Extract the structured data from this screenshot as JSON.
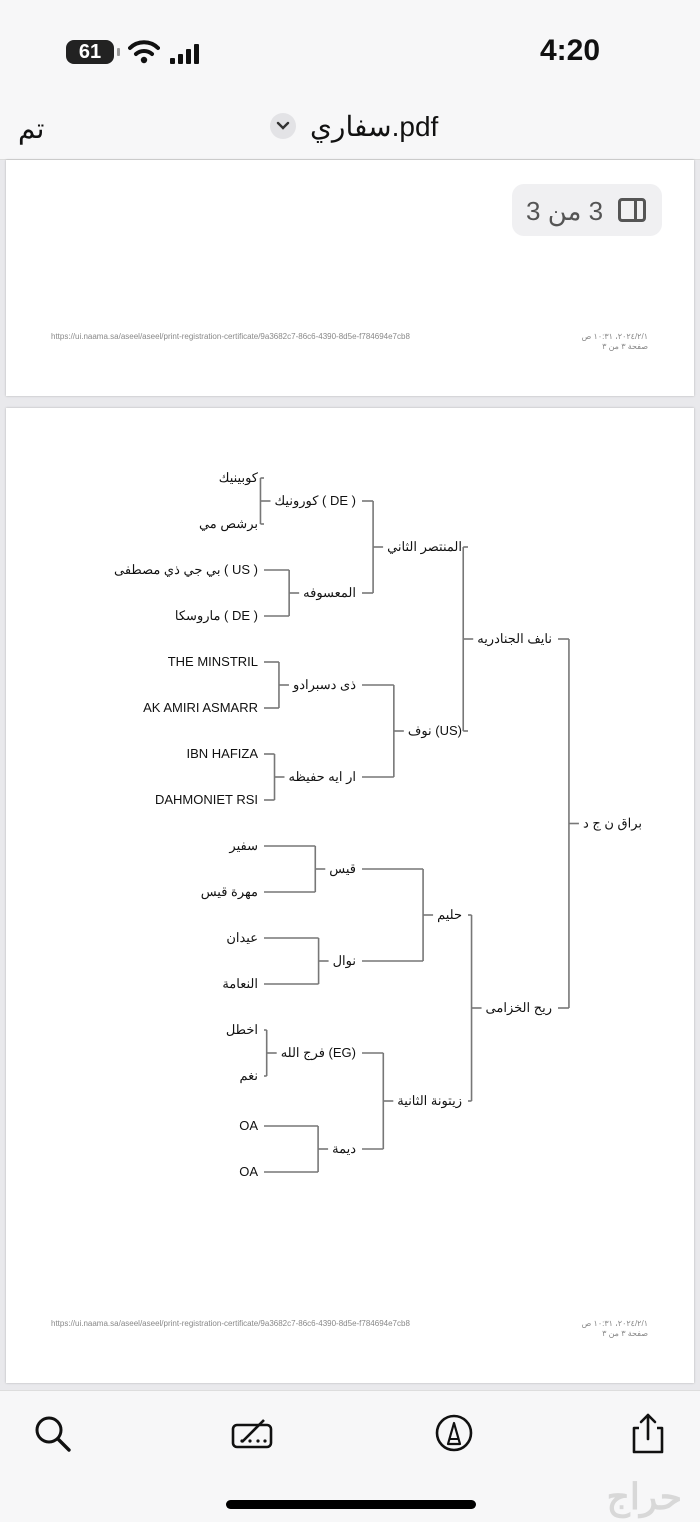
{
  "status": {
    "time": "4:20",
    "battery": "61"
  },
  "nav": {
    "done_label": "تم",
    "title": "سفاري.pdf"
  },
  "page_counter": "3 من 3",
  "footer": {
    "url": "https://ui.naama.sa/aseel/aseel/print-registration-certificate/9a3682c7-86c6-4390-8d5e-f784694e7cb8",
    "date": "٢٠٢٤/٢/١، ١٠:٣١ ص",
    "page": "صفحة ٣ من ٣"
  },
  "pedigree": {
    "horse": "براق ن ج د",
    "sire": "نايف الجنادريه",
    "dam": "ريح الخزامى",
    "gen3": [
      "المنتصر الثاني",
      "نوف (US)",
      "حليم",
      "زيتونة الثانية"
    ],
    "gen4": [
      "كورونيك ( DE )",
      "المعسوفه",
      "ذى دسبرادو",
      "ار ايه حفيظه",
      "قيس",
      "نوال",
      "فرج الله (EG)",
      "ديمة"
    ],
    "gen5": [
      "كوبينيك",
      "برشص مي",
      "بي جي ذي مصطفى ( US )",
      "ماروسكا ( DE )",
      "THE MINSTRIL",
      "AK AMIRI ASMARR",
      "IBN HAFIZA",
      "DAHMONIET RSI",
      "سفير",
      "مهرة قيس",
      "عيدان",
      "النعامة",
      "اخطل",
      "نغم",
      "OA",
      "OA"
    ]
  },
  "toolbar": {
    "search": "search-icon",
    "scan": "scan-text-icon",
    "markup": "markup-icon",
    "share": "share-icon"
  },
  "watermark": "حراج"
}
